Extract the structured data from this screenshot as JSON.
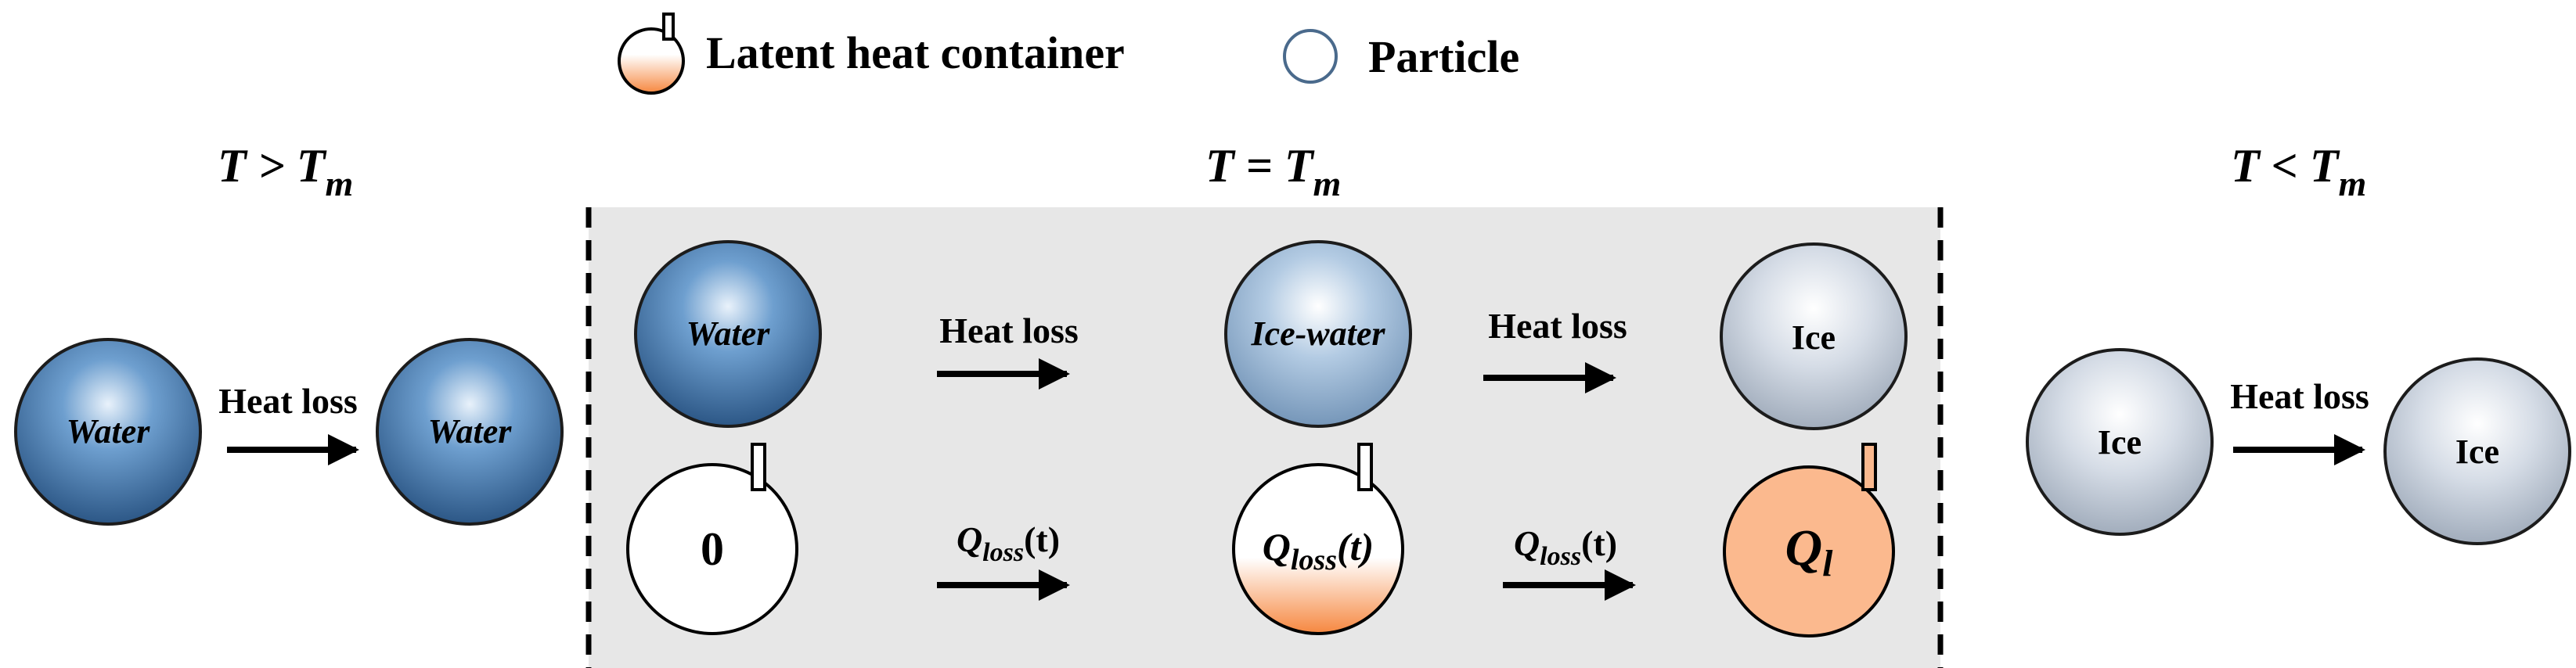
{
  "legend": {
    "container_label": "Latent heat container",
    "particle_label": "Particle"
  },
  "sections": {
    "left": {
      "condition": "T > T",
      "sub": "m"
    },
    "middle": {
      "condition": "T = T",
      "sub": "m"
    },
    "right": {
      "condition": "T < T",
      "sub": "m"
    }
  },
  "labels": {
    "water": "Water",
    "ice_water": "Ice-water",
    "ice": "Ice",
    "heat_loss": "Heat loss"
  },
  "containers": {
    "empty_value": "0",
    "q_main": "Q",
    "q_loss_sub": "loss",
    "q_loss_t_upright": "(t)",
    "q_loss_t_italic": "(t)",
    "ql_sub": "l"
  },
  "colors": {
    "water": "#3f78b0",
    "ice_water": "#98b6d5",
    "ice": "#c7d0dc",
    "latent_fill": "#fbb98e",
    "shaded_region": "#e7e7e7"
  }
}
